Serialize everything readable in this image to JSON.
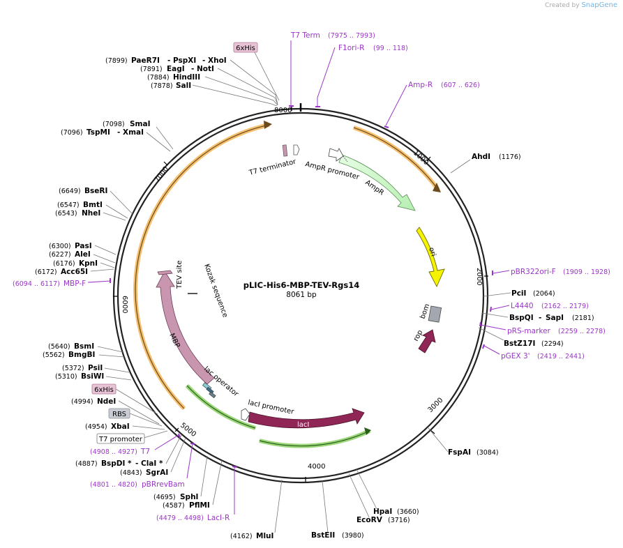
{
  "credit": {
    "prefix": "Created by",
    "brand": "SnapGene"
  },
  "plasmid": {
    "name": "pLIC-His6-MBP-TEV-Rgs14",
    "size": "8061 bp"
  },
  "ticks": [
    "1000",
    "2000",
    "3000",
    "4000",
    "5000",
    "6000",
    "7000",
    "8000"
  ],
  "enzymes": {
    "e1": {
      "pos": "(7899)",
      "name": "PaeR7I",
      "name2": "PspXI",
      "name3": "XhoI"
    },
    "e2": {
      "pos": "(7891)",
      "name": "EagI",
      "name2": "NotI"
    },
    "e3": {
      "pos": "(7884)",
      "name": "HindIII"
    },
    "e4": {
      "pos": "(7878)",
      "name": "SalI"
    },
    "e5": {
      "pos": "(7098)",
      "name": "SmaI"
    },
    "e6": {
      "pos": "(7096)",
      "name": "TspMI",
      "name2": "XmaI"
    },
    "e7": {
      "pos": "(6649)",
      "name": "BseRI"
    },
    "e8": {
      "pos": "(6547)",
      "name": "BmtI"
    },
    "e9": {
      "pos": "(6543)",
      "name": "NheI"
    },
    "e10": {
      "pos": "(6300)",
      "name": "PasI"
    },
    "e11": {
      "pos": "(6227)",
      "name": "AleI"
    },
    "e12": {
      "pos": "(6176)",
      "name": "KpnI"
    },
    "e13": {
      "pos": "(6172)",
      "name": "Acc65I"
    },
    "e14": {
      "pos": "(5640)",
      "name": "BsmI"
    },
    "e15": {
      "pos": "(5562)",
      "name": "BmgBI"
    },
    "e16": {
      "pos": "(5372)",
      "name": "PsiI"
    },
    "e17": {
      "pos": "(5310)",
      "name": "BsiWI"
    },
    "e18": {
      "pos": "(4994)",
      "name": "NdeI"
    },
    "e19": {
      "pos": "(4954)",
      "name": "XbaI"
    },
    "e20": {
      "pos": "(4887)",
      "name": "BspDI *",
      "name2": "ClaI *"
    },
    "e21": {
      "pos": "(4843)",
      "name": "SgrAI"
    },
    "e22": {
      "pos": "(4695)",
      "name": "SphI"
    },
    "e23": {
      "pos": "(4587)",
      "name": "PflMI"
    },
    "e24": {
      "pos": "(4162)",
      "name": "MluI"
    },
    "e25": {
      "pos": "(3980)",
      "name": "BstEII"
    },
    "e26": {
      "pos": "(3716)",
      "name": "EcoRV"
    },
    "e27": {
      "pos": "(3660)",
      "name": "HpaI"
    },
    "e28": {
      "pos": "(3084)",
      "name": "FspAI"
    },
    "e29": {
      "pos": "(2294)",
      "name": "BstZ17I"
    },
    "e30": {
      "pos": "(2181)",
      "name": "BspQI",
      "name2": "SapI"
    },
    "e31": {
      "pos": "(2064)",
      "name": "PciI"
    },
    "e32": {
      "pos": "(1176)",
      "name": "AhdI"
    }
  },
  "primers": {
    "p1": {
      "name": "T7 Term",
      "pos": "(7975 .. 7993)"
    },
    "p2": {
      "name": "F1ori-R",
      "pos": "(99 .. 118)"
    },
    "p3": {
      "name": "Amp-R",
      "pos": "(607 .. 626)"
    },
    "p4": {
      "name": "pBR322ori-F",
      "pos": "(1909 .. 1928)"
    },
    "p5": {
      "name": "L4440",
      "pos": "(2162 .. 2179)"
    },
    "p6": {
      "name": "pRS-marker",
      "pos": "(2259 .. 2278)"
    },
    "p7": {
      "name": "pGEX 3'",
      "pos": "(2419 .. 2441)"
    },
    "p8": {
      "name": "MBP-F",
      "pos": "(6094 .. 6117)"
    },
    "p9": {
      "name": "T7",
      "pos": "(4908 .. 4927)"
    },
    "p10": {
      "name": "pBRrevBam",
      "pos": "(4801 .. 4820)"
    },
    "p11": {
      "name": "LacI-R",
      "pos": "(4479 .. 4498)"
    }
  },
  "boxes": {
    "his_top": "6xHis",
    "his_side": "6xHis",
    "rbs": "RBS",
    "t7prom": "T7 promoter"
  },
  "features": {
    "t7term": "T7 terminator",
    "ampprom": "AmpR promoter",
    "ampr": "AmpR",
    "ori": "ori",
    "bom": "bom",
    "rop": "rop",
    "laci": "lacI",
    "laciprom": "lacI promoter",
    "lacop": "lac operator",
    "mbp": "MBP",
    "tev": "TEV site",
    "kozak": "Kozak sequence"
  },
  "colors": {
    "primer": "#9b35c9",
    "ampr": "#c7f7c4",
    "ori": "#f5f300",
    "laci": "#8f2656",
    "mbp": "#c996b0",
    "rop": "#8f2656",
    "bom": "#a3a8b0",
    "orange": "#f4b95f",
    "green": "#8fd16a"
  }
}
